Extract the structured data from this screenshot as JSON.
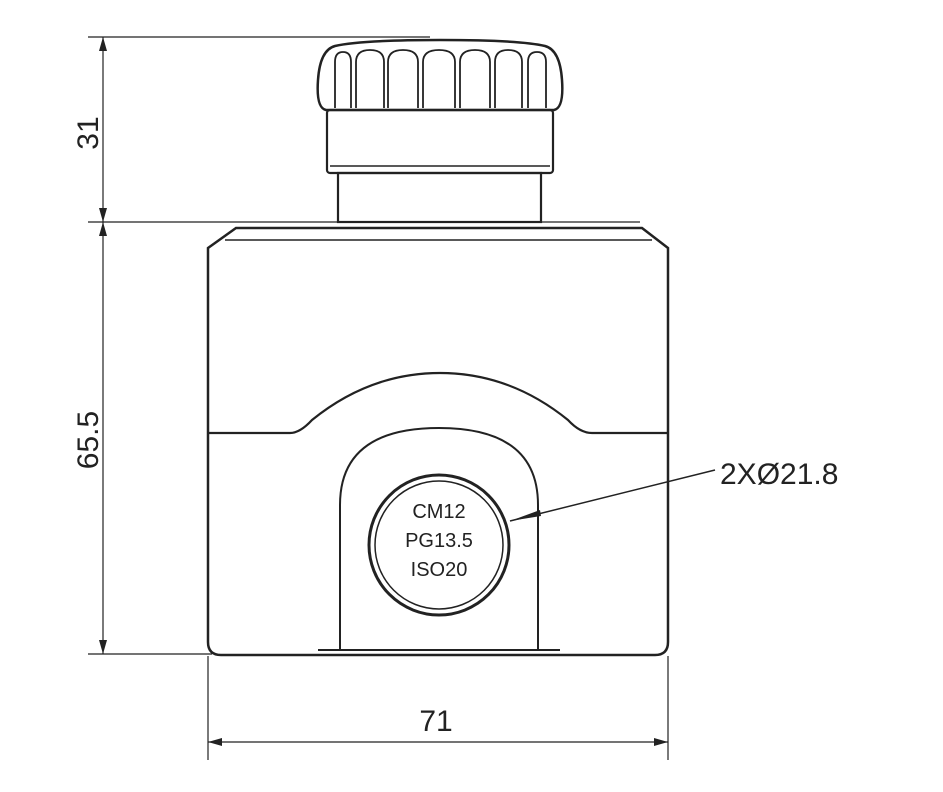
{
  "dimensions": {
    "top_height": "31",
    "body_height": "65.5",
    "width": "71",
    "hole_callout": "2XØ21.8"
  },
  "hole_label": {
    "line1": "CM12",
    "line2": "PG13.5",
    "line3": "ISO20"
  },
  "colors": {
    "line": "#222222",
    "background": "#ffffff"
  }
}
